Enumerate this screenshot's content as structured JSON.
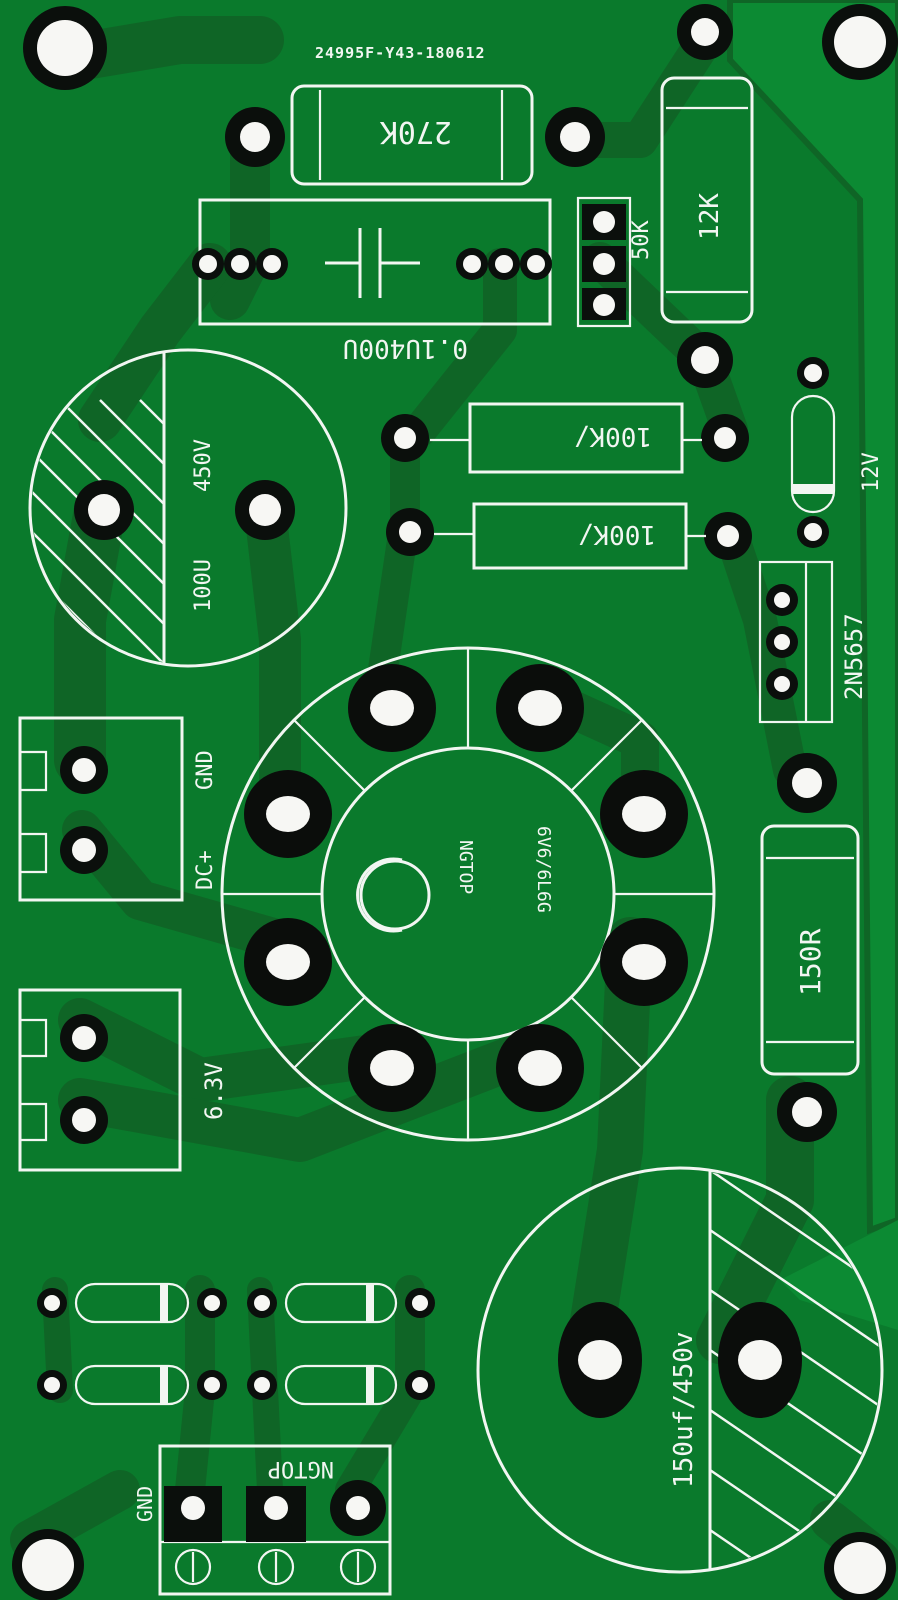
{
  "board": {
    "colors": {
      "solder_mask": "#0a7a2c",
      "trace": "#0f6526",
      "silkscreen": "#f2f6f2",
      "pad": "#0b0f0c",
      "drill": "#f7f7f4"
    },
    "labels": {
      "board_code": "24995F-Y43-180612",
      "r_270k": "270K",
      "r_12k": "12K",
      "pot_50k": "50K",
      "cap_film": "0.1U400U",
      "r_100k_top": "100K/",
      "r_100k_bottom": "100K/",
      "zener": "12V",
      "transistor": "2N5657",
      "cap_100u": "100U",
      "cap_450v": "450V",
      "conn_gnd": "GND",
      "conn_dc": "DC+",
      "conn_heater": "6.3V",
      "tube_brand": "NGTOP",
      "tube_type": "6V6/6L6G",
      "r_150r": "150R",
      "cap_150uf": "150uf/450v",
      "bottom_brand": "NGTOP",
      "bottom_gnd": "GND"
    }
  }
}
